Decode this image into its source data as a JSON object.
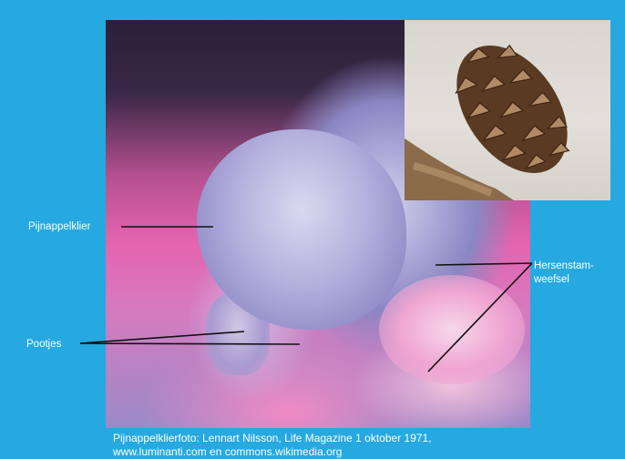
{
  "labels": {
    "pineal_gland": "Pijnappelklier",
    "feet": "Pootjes",
    "brainstem_tissue_line1": "Hersenstam-",
    "brainstem_tissue_line2": "weefsel"
  },
  "caption": {
    "line1": "Pijnappelklierfoto: Lennart Nilsson, Life Magazine 1 oktober 1971,",
    "line2": "www.luminanti.com en commons.wikimedia.org"
  },
  "colors": {
    "background": "#25a9e0",
    "label_text": "#ffffff",
    "leader_line": "#111111"
  },
  "images": {
    "main_photo": "pineal-gland-micrograph",
    "inset_photo": "pine-cone-photo"
  }
}
